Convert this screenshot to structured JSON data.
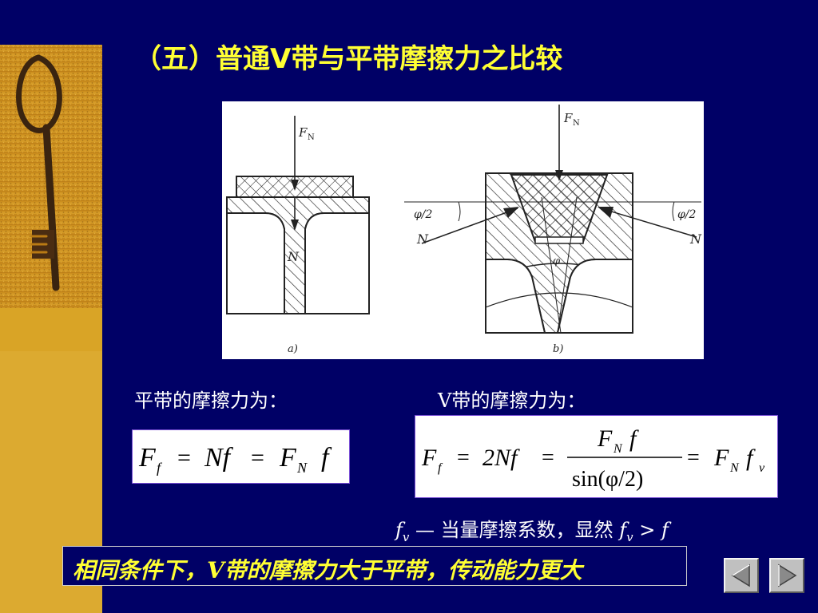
{
  "slide": {
    "title": "（五）普通V带与平带摩擦力之比较",
    "flat_label": "平带的摩擦力为：",
    "v_label": "V带的摩擦力为：",
    "note": {
      "fv": "f",
      "sub": "v",
      "text": " — 当量摩擦系数，显然 ",
      "fv2": "f",
      "sub2": "v",
      "gt": " > ",
      "f": "f"
    },
    "conclusion": "相同条件下，V带的摩擦力大于平带，传动能力更大"
  },
  "figure": {
    "fn_a": "F",
    "fn_a_sub": "N",
    "n_a": "N",
    "cap_a": "a)",
    "fn_b": "F",
    "fn_b_sub": "N",
    "phi_half_left": "φ/2",
    "phi_half_right": "φ/2",
    "n_left": "N",
    "n_right": "N",
    "phi": "φ",
    "cap_b": "b)"
  },
  "formulas": {
    "flat": {
      "Ff": "F",
      "Ff_sub": "f",
      "eq1": "=",
      "Nf": "Nf",
      "eq2": "=",
      "FN": "F",
      "FN_sub": "N",
      "f": "f"
    },
    "v": {
      "Ff": "F",
      "Ff_sub": "f",
      "eq1": "=",
      "twoNf": "2Nf",
      "eq2": "=",
      "num_F": "F",
      "num_N": "N",
      "num_f": "f",
      "den": "sin(φ/2)",
      "eq3": "=",
      "FN": "F",
      "FN_sub": "N",
      "fv": "f",
      "fv_sub": "v"
    }
  },
  "colors": {
    "background": "#000066",
    "title": "#ffff33",
    "text": "#ffffff",
    "formula_border": "#7a4fd6",
    "button_face": "#c0c0c0"
  },
  "icons": {
    "prev": "triangle-left-icon",
    "next": "triangle-right-icon"
  }
}
